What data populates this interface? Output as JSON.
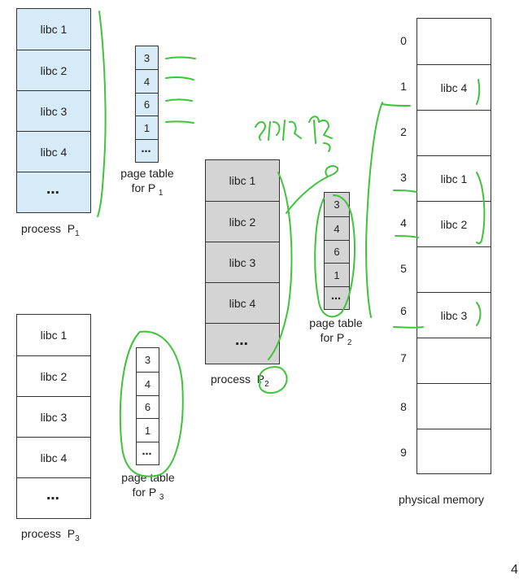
{
  "colors": {
    "p1_fill": "#d6ebf7",
    "p2_fill": "#d4d4d4",
    "p3_fill": "#ffffff",
    "ink": "#3ec43a"
  },
  "process_p1": {
    "pages": [
      "libc 1",
      "libc 2",
      "libc 3",
      "libc 4",
      "..."
    ],
    "label": "process",
    "sub": "1",
    "table": {
      "entries": [
        "3",
        "4",
        "6",
        "1",
        "..."
      ],
      "label_line1": "page table",
      "label_line2": "for P",
      "sub": "1"
    }
  },
  "process_p2": {
    "pages": [
      "libc 1",
      "libc 2",
      "libc 3",
      "libc 4",
      "..."
    ],
    "label": "process",
    "sub": "2",
    "table": {
      "entries": [
        "3",
        "4",
        "6",
        "1",
        "..."
      ],
      "label_line1": "page table",
      "label_line2": "for P",
      "sub": "2"
    }
  },
  "process_p3": {
    "pages": [
      "libc 1",
      "libc 2",
      "libc 3",
      "libc 4",
      "..."
    ],
    "label": "process",
    "sub": "3",
    "table": {
      "entries": [
        "3",
        "4",
        "6",
        "1",
        "..."
      ],
      "label_line1": "page table",
      "label_line2": "for P",
      "sub": "3"
    }
  },
  "physical_memory": {
    "label": "physical memory",
    "frames": [
      {
        "index": "0",
        "content": ""
      },
      {
        "index": "1",
        "content": "libc 4"
      },
      {
        "index": "2",
        "content": ""
      },
      {
        "index": "3",
        "content": "libc 1"
      },
      {
        "index": "4",
        "content": "libc 2"
      },
      {
        "index": "5",
        "content": ""
      },
      {
        "index": "6",
        "content": "libc 3"
      },
      {
        "index": "7",
        "content": ""
      },
      {
        "index": "8",
        "content": ""
      },
      {
        "index": "9",
        "content": ""
      }
    ]
  },
  "page_number": "4"
}
